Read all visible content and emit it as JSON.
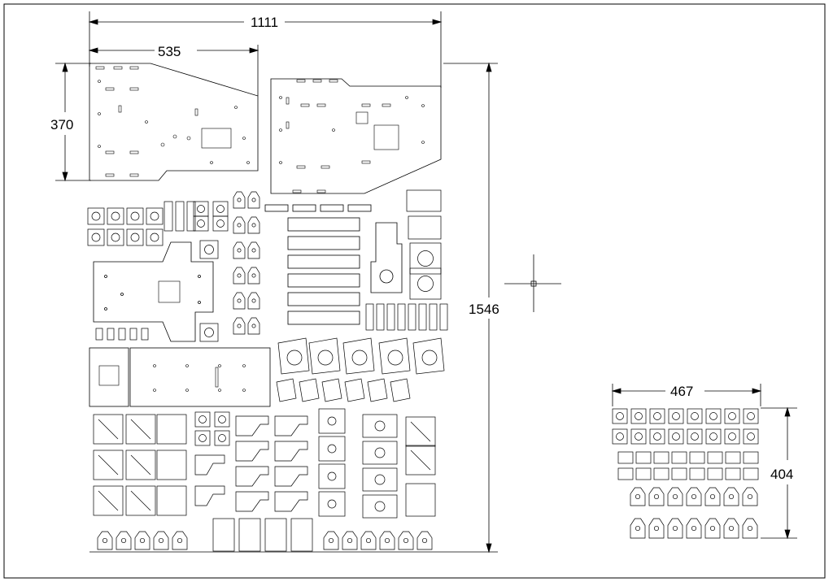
{
  "drawing": {
    "dimensions": {
      "overall_width": "1111",
      "plate_width": "535",
      "plate_height": "370",
      "overall_height": "1546",
      "small_group_width": "467",
      "small_group_height": "404"
    }
  },
  "colors": {
    "background": "#ffffff",
    "line": "#000000",
    "frame": "#000000"
  }
}
